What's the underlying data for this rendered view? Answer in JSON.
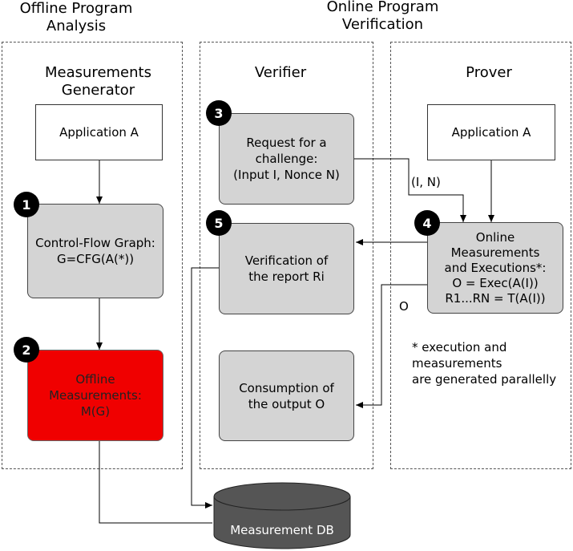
{
  "headings": {
    "offline": "Offline Program\nAnalysis",
    "online": "Online Program\nVerification"
  },
  "panels": {
    "generator_title": "Measurements\nGenerator",
    "verifier_title": "Verifier",
    "prover_title": "Prover"
  },
  "boxes": {
    "app_a_left": "Application A",
    "cfg": "Control-Flow Graph:\nG=CFG(A(*))",
    "offline_meas": "Offline\nMeasurements:\nM(G)",
    "request": "Request for a\nchallenge:\n(Input I, Nonce N)",
    "verification": "Verification of\nthe report Ri",
    "consumption": "Consumption of\nthe output O",
    "app_a_right": "Application A",
    "online_meas": "Online\nMeasurements\nand Executions*:\nO = Exec(A(I))\nR1...RN = T(A(I))"
  },
  "badges": {
    "b1": "1",
    "b2": "2",
    "b3": "3",
    "b4": "4",
    "b5": "5"
  },
  "labels": {
    "in": "(I, N)",
    "out": "O",
    "footnote": "* execution and\nmeasurements\nare generated parallelly"
  },
  "database": {
    "label": "Measurement DB"
  },
  "colors": {
    "box_fill": "#d4d4d4",
    "highlight": "#f00000",
    "db_fill": "#555555"
  }
}
